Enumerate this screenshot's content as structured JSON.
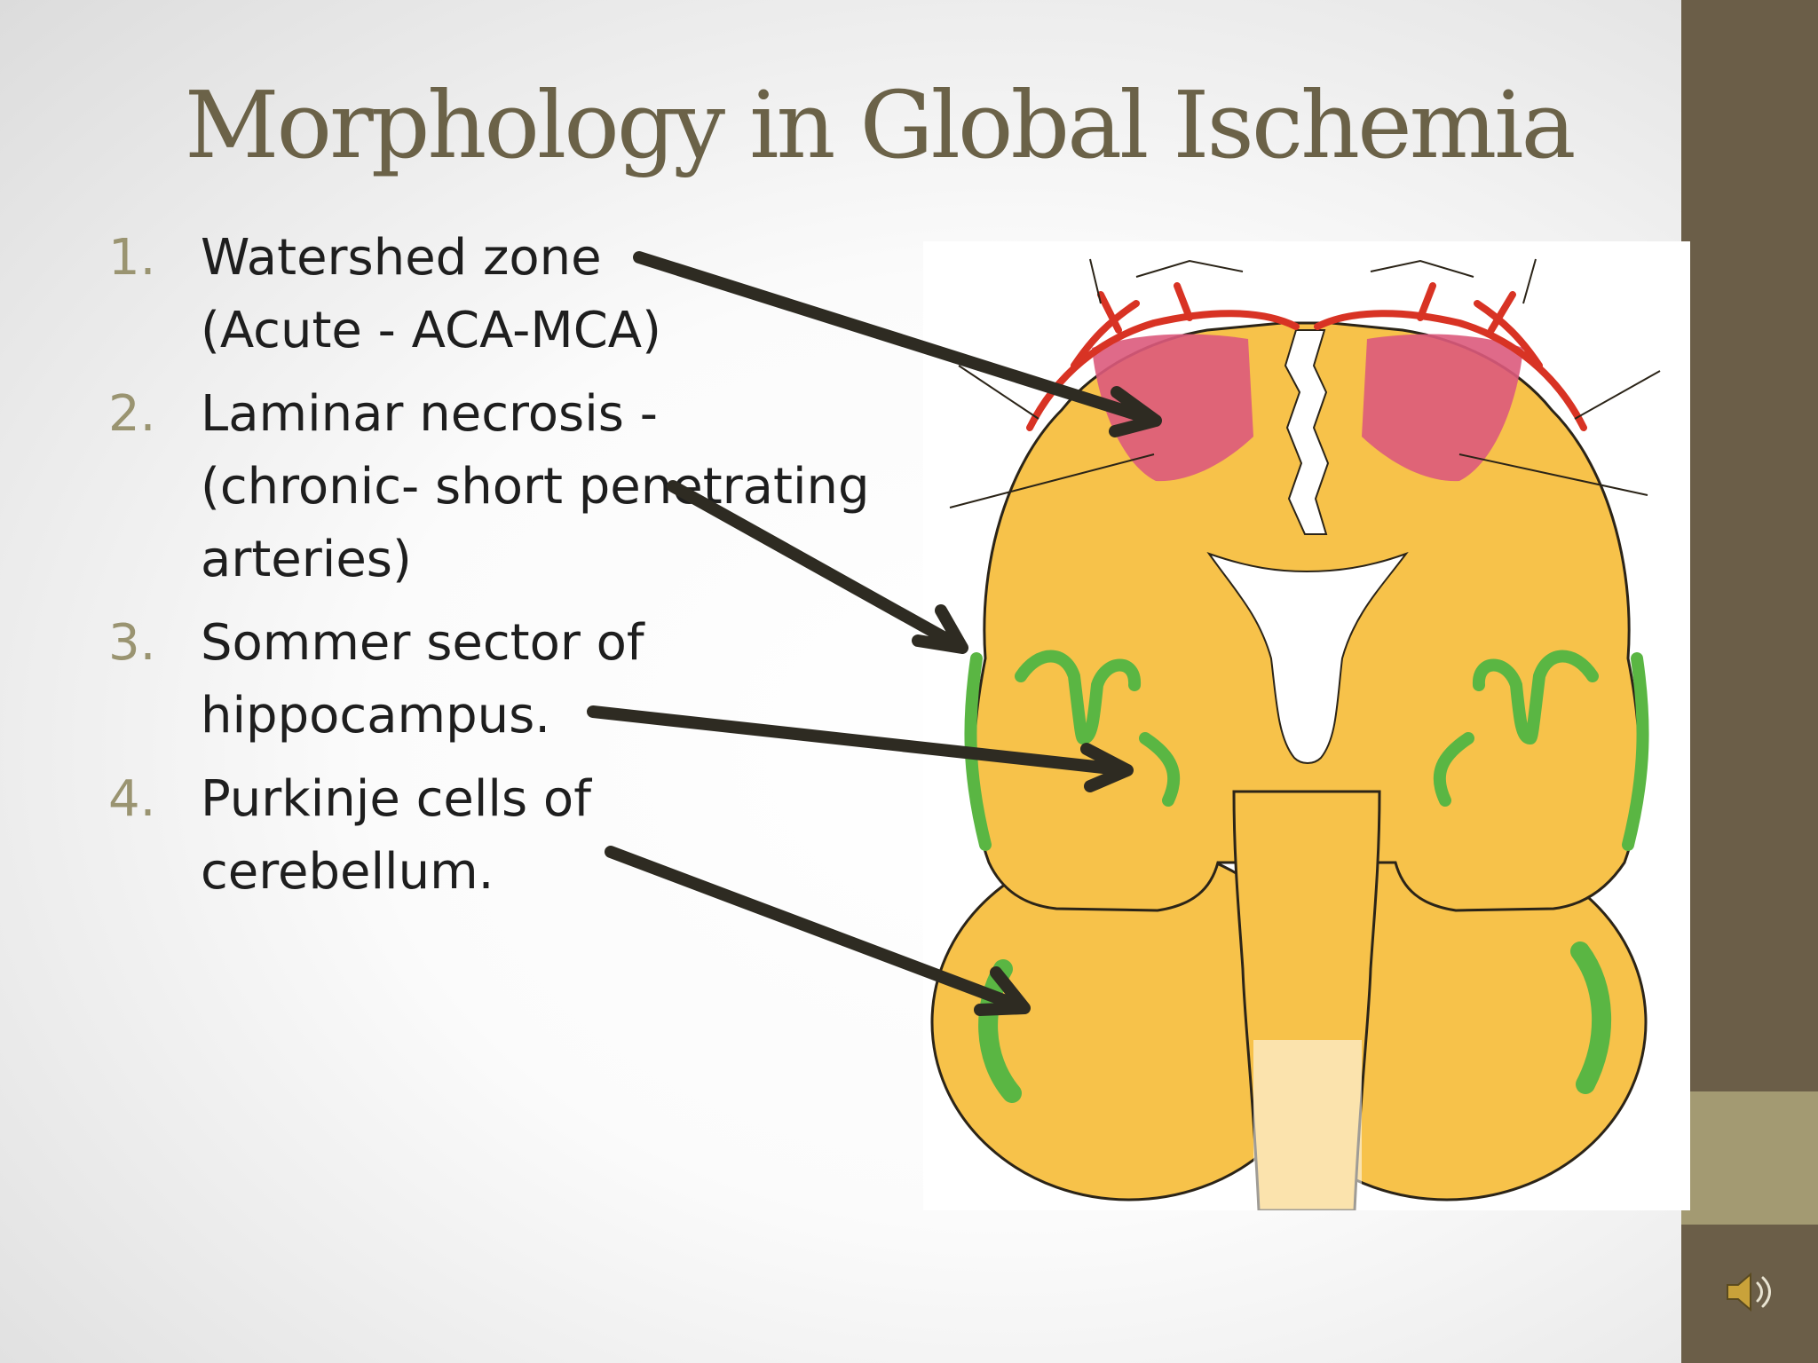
{
  "slide": {
    "title": "Morphology in Global Ischemia",
    "items": [
      {
        "number": "1.",
        "lines": [
          "Watershed zone",
          "(Acute - ACA-MCA)"
        ]
      },
      {
        "number": "2.",
        "lines": [
          "Laminar necrosis -",
          "(chronic- short penetrating",
          "arteries)"
        ]
      },
      {
        "number": "3.",
        "lines": [
          "Sommer sector of",
          "hippocampus."
        ]
      },
      {
        "number": "4.",
        "lines": [
          "Purkinje cells of",
          "cerebellum."
        ]
      }
    ]
  },
  "colors": {
    "title": "#6b6248",
    "number": "#9a9471",
    "sidebar_dark": "#6b5e48",
    "sidebar_light": "#a39a72",
    "brain": "#f7c24a",
    "watershed": "#dc5a7c",
    "vessels": "#d83324",
    "lesion": "#5ab643",
    "arrow": "#2e2b22"
  },
  "icons": {
    "audio": "speaker-icon"
  }
}
